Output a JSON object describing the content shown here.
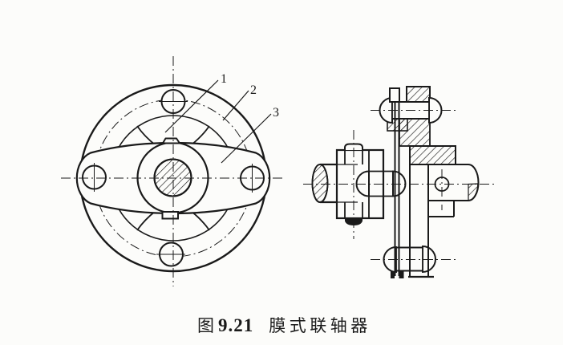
{
  "figure": {
    "caption": {
      "prefix": "图",
      "number": "9.21",
      "title": "膜式联轴器"
    },
    "part_labels": [
      {
        "id": "1"
      },
      {
        "id": "2"
      },
      {
        "id": "3"
      }
    ],
    "colors": {
      "line": "#1a1a1a",
      "background": "#fcfcfa"
    }
  }
}
